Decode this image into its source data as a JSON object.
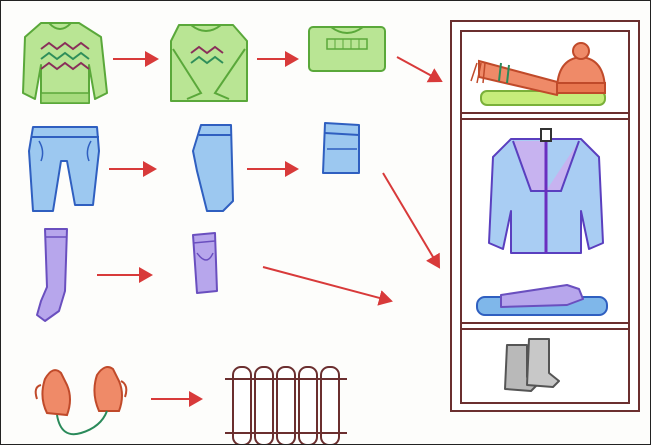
{
  "illustration": {
    "rows": [
      {
        "item": "sweater",
        "steps": [
          "sweater-flat",
          "sweater-folded-sleeves",
          "sweater-folded"
        ]
      },
      {
        "item": "pants",
        "steps": [
          "pants-flat",
          "pants-folded-half",
          "pants-folded"
        ]
      },
      {
        "item": "tights",
        "steps": [
          "tights-flat",
          "tights-folded"
        ]
      },
      {
        "item": "mittens",
        "steps": [
          "mittens",
          "radiator"
        ]
      }
    ],
    "wardrobe_shelves": [
      "hat-scarf-sweater",
      "jacket-pants-tights",
      "boots"
    ]
  },
  "colors": {
    "green": "#8fd36a",
    "blue": "#7fb7ea",
    "purple": "#9b86dd",
    "red": "#e9704a",
    "arrow": "#d83a3a",
    "wood": "#6b2f2f"
  },
  "icons": [
    "sweater-icon",
    "pants-icon",
    "tights-icon",
    "mittens-icon",
    "radiator-icon",
    "wardrobe-icon",
    "hat-icon",
    "scarf-icon",
    "jacket-icon",
    "boots-icon",
    "arrow-icon"
  ]
}
